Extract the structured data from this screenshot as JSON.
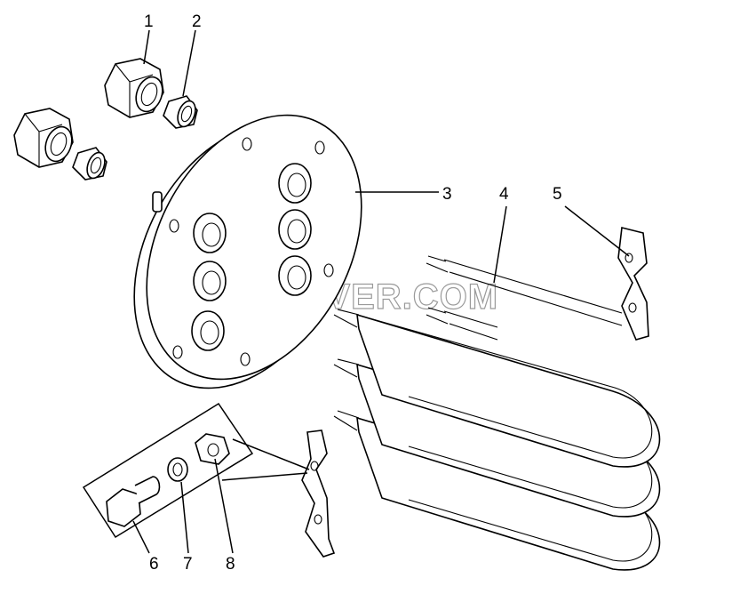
{
  "watermark": "SPECSERVER.COM",
  "callouts": {
    "c1": "1",
    "c2": "2",
    "c3": "3",
    "c4": "4",
    "c5": "5",
    "c6": "6",
    "c7": "7",
    "c8": "8"
  }
}
